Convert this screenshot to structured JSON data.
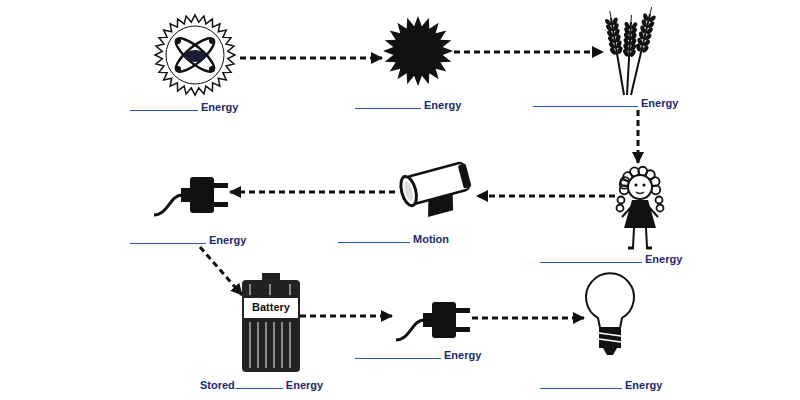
{
  "diagram": {
    "nodes": [
      {
        "text": [
          "Energy"
        ]
      },
      {
        "text": [
          "Energy"
        ]
      },
      {
        "text": [
          "Energy"
        ]
      },
      {
        "text": [
          "Energy"
        ]
      },
      {
        "text": [
          "Motion"
        ]
      },
      {
        "text": [
          "Energy"
        ]
      },
      {
        "text": [
          "Battery",
          "Stored",
          "Energy"
        ]
      },
      {
        "text": [
          "Energy"
        ]
      },
      {
        "text": [
          "Energy"
        ]
      }
    ],
    "edges": [
      {
        "from": 0,
        "to": 1,
        "arrow": "to"
      },
      {
        "from": 1,
        "to": 2,
        "arrow": "to"
      },
      {
        "from": 2,
        "to": 3,
        "arrow": "to"
      },
      {
        "from": 3,
        "to": 4,
        "arrow": "to"
      },
      {
        "from": 4,
        "to": 5,
        "arrow": "to"
      },
      {
        "from": 5,
        "to": 6,
        "arrow": "to"
      },
      {
        "from": 6,
        "to": 7,
        "arrow": "to"
      },
      {
        "from": 7,
        "to": 8,
        "arrow": "to"
      }
    ]
  }
}
